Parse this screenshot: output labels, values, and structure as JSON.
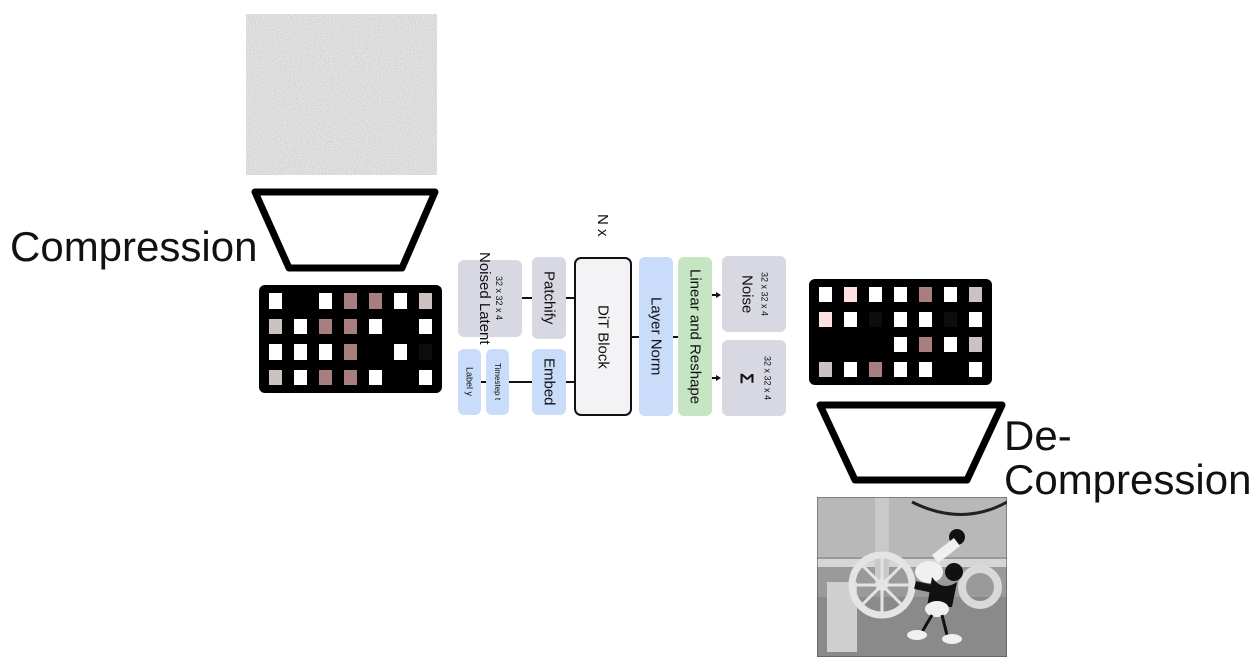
{
  "labels": {
    "compression": "Compression",
    "decompression_line1": "De-",
    "decompression_line2": "Compression"
  },
  "images": {
    "input_noise": "noise-image",
    "output_frame": "steamboat-willie-frame"
  },
  "dit_diagram": {
    "repeat_label": "N x",
    "noised_latent": {
      "title": "Noised Latent",
      "shape": "32 x 32 x 4"
    },
    "patchify": "Patchify",
    "label": "Label y",
    "timestep": "Timestep t",
    "embed": "Embed",
    "dit_block": "DiT Block",
    "layer_norm": "Layer Norm",
    "linear_reshape": "Linear and Reshape",
    "noise_out": {
      "title": "Noise",
      "shape": "32 x 32 x 4"
    },
    "sigma_out": {
      "title": "Σ",
      "shape": "32 x 32 x 4"
    }
  },
  "latent_grids": {
    "colors": {
      "W": "#ffffff",
      "K": "#000000",
      "D": "#0d0d0d",
      "M": "#a87e7e",
      "L": "#cdc2c2",
      "P": "#fde0e2"
    },
    "input": [
      [
        "W",
        "K",
        "W",
        "M",
        "M",
        "W",
        "L"
      ],
      [
        "L",
        "W",
        "M",
        "M",
        "W",
        "K",
        "W"
      ],
      [
        "W",
        "W",
        "W",
        "M",
        "K",
        "W",
        "D"
      ],
      [
        "L",
        "W",
        "M",
        "M",
        "W",
        "K",
        "W"
      ]
    ],
    "output": [
      [
        "W",
        "P",
        "W",
        "W",
        "M",
        "W",
        "L"
      ],
      [
        "P",
        "W",
        "D",
        "W",
        "W",
        "D",
        "W"
      ],
      [
        "K",
        "K",
        "K",
        "W",
        "M",
        "W",
        "L"
      ],
      [
        "L",
        "W",
        "M",
        "W",
        "W",
        "K",
        "W"
      ]
    ]
  }
}
